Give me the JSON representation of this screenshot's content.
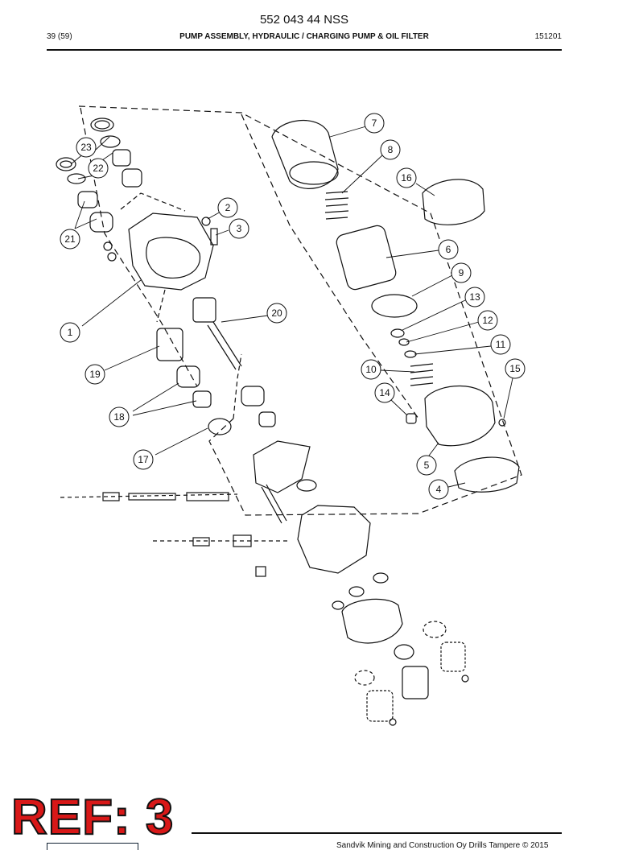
{
  "header": {
    "doc_number": "552 043 44 NSS",
    "page": "39 (59)",
    "title": "PUMP ASSEMBLY, HYDRAULIC / CHARGING PUMP & OIL FILTER",
    "code": "151201"
  },
  "callouts": [
    "1",
    "2",
    "3",
    "4",
    "5",
    "6",
    "7",
    "8",
    "9",
    "10",
    "11",
    "12",
    "13",
    "14",
    "15",
    "16",
    "17",
    "18",
    "19",
    "20",
    "21",
    "22",
    "23"
  ],
  "ref_badge": "REF: 3",
  "footer": {
    "text": "Sandvik Mining and Construction Oy Drills Tampere © 2015"
  }
}
